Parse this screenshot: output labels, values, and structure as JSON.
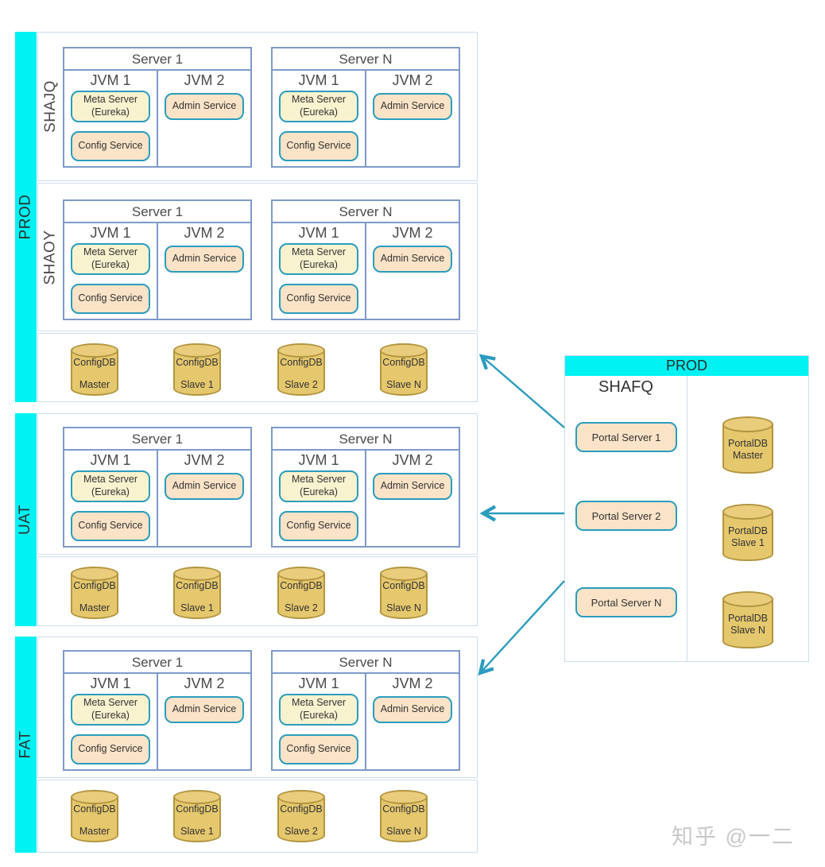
{
  "watermark": "知乎 @一二",
  "colors": {
    "env_bar": "#00F2F2",
    "panel_border": "#CDDCEC",
    "server_border": "#7D9AC9",
    "service_border": "#2B9CBE",
    "meta_fill": "#F9F2CF",
    "service_fill": "#FAE3C7",
    "db_fill": "#E5C76D",
    "db_border": "#B2953F",
    "arrow": "#2B9CBE"
  },
  "env_blocks": [
    {
      "label": "PROD",
      "group_rows": [
        {
          "group_label": "SHAJQ"
        },
        {
          "group_label": "SHAOY"
        }
      ]
    },
    {
      "label": "UAT",
      "group_rows": [
        {
          "group_label": ""
        }
      ]
    },
    {
      "label": "FAT",
      "group_rows": [
        {
          "group_label": ""
        }
      ]
    }
  ],
  "server_box": {
    "server1_title": "Server 1",
    "serverN_title": "Server N",
    "jvm1_title": "JVM 1",
    "jvm2_title": "JVM 2",
    "meta_service": "Meta Server (Eureka)",
    "config_service": "Config Service",
    "admin_service": "Admin Service"
  },
  "config_databases": [
    {
      "name": "ConfigDB",
      "role": "Master"
    },
    {
      "name": "ConfigDB",
      "role": "Slave 1"
    },
    {
      "name": "ConfigDB",
      "role": "Slave 2"
    },
    {
      "name": "ConfigDB",
      "role": "Slave N"
    }
  ],
  "right_panel": {
    "header": "PROD",
    "group_label": "SHAFQ",
    "portal_servers": [
      "Portal Server 1",
      "Portal Server 2",
      "Portal Server N"
    ],
    "portal_databases": [
      {
        "name": "PortalDB",
        "role": "Master"
      },
      {
        "name": "PortalDB",
        "role": "Slave 1"
      },
      {
        "name": "PortalDB",
        "role": "Slave N"
      }
    ]
  }
}
